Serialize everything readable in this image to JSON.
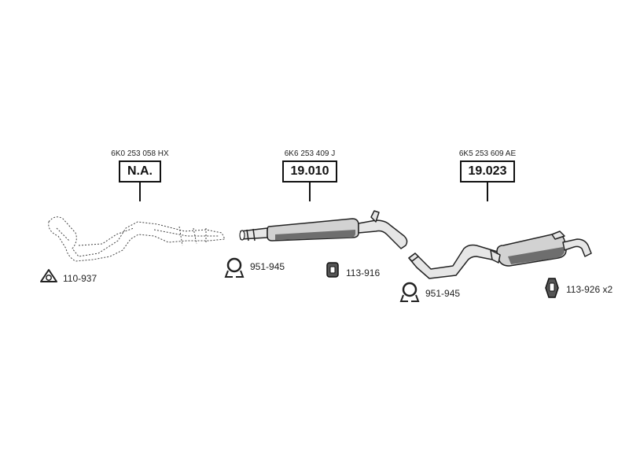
{
  "assemblies": [
    {
      "oe_number": "6K0 253 058 HX",
      "part_number": "N.A."
    },
    {
      "oe_number": "6K6 253 409 J",
      "part_number": "19.010"
    },
    {
      "oe_number": "6K5 253 609 AE",
      "part_number": "19.023"
    }
  ],
  "accessories": [
    {
      "icon": "gasket-icon",
      "part_number": "110-937"
    },
    {
      "icon": "clamp-icon",
      "part_number": "951-945"
    },
    {
      "icon": "rubber-mount-icon",
      "part_number": "113-916"
    },
    {
      "icon": "clamp-icon",
      "part_number": "951-945"
    },
    {
      "icon": "rubber-hanger-icon",
      "part_number": "113-926 x2"
    }
  ]
}
